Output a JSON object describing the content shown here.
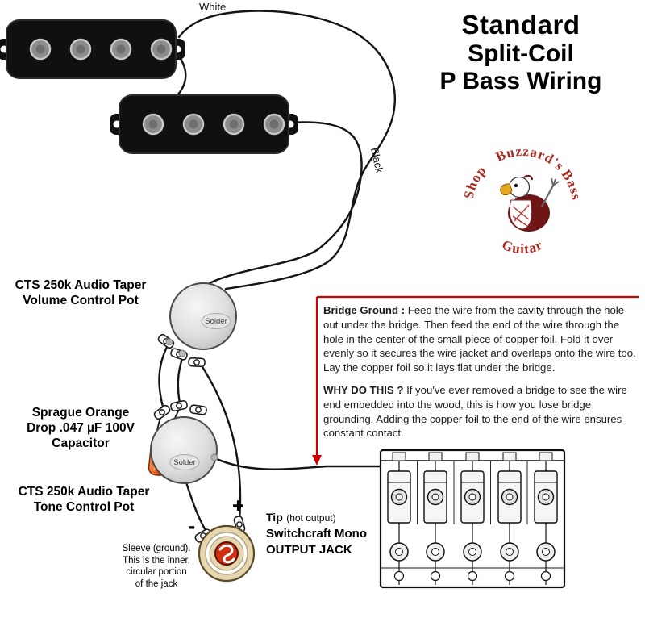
{
  "title": {
    "line1": "Standard",
    "line2": "Split-Coil",
    "line3": "P Bass Wiring"
  },
  "logo": {
    "word_top": "Buzzard's",
    "word_right": "Bass",
    "word_bottom": "Guitar",
    "word_left": "Shop"
  },
  "wire_labels": {
    "white": "White",
    "black": "Black"
  },
  "labels": {
    "volume_pot": "CTS 250k Audio Taper\nVolume Control Pot",
    "capacitor": "Sprague Orange\nDrop .047 µF 100V\nCapacitor",
    "tone_pot": "CTS 250k Audio Taper\nTone Control Pot",
    "solder": "Solder",
    "sleeve_note": "Sleeve (ground).\nThis is the inner,\ncircular portion\nof the jack",
    "plus": "+",
    "minus": "-",
    "tip": "Tip",
    "tip_detail": "(hot output)",
    "output_jack": "Switchcraft Mono\nOUTPUT JACK"
  },
  "bridge_note": {
    "heading": "Bridge Ground :",
    "body": " Feed the wire from the cavity through the hole out under the bridge. Then feed the end of the wire through the hole in the center of the small piece of copper foil. Fold it over evenly so it secures the wire jacket and overlaps onto the wire too. Lay the copper foil so it lays flat under the bridge.",
    "why_heading": "WHY DO THIS ?",
    "why_body": " If you've ever removed a bridge to see the wire end embedded into the wood, this is how you lose bridge grounding. Adding the copper foil to the end of the wire ensures constant contact."
  },
  "colors": {
    "annotation_red": "#cc0000",
    "logo_red": "#ad2a20",
    "capacitor_orange": "#e8651f"
  }
}
